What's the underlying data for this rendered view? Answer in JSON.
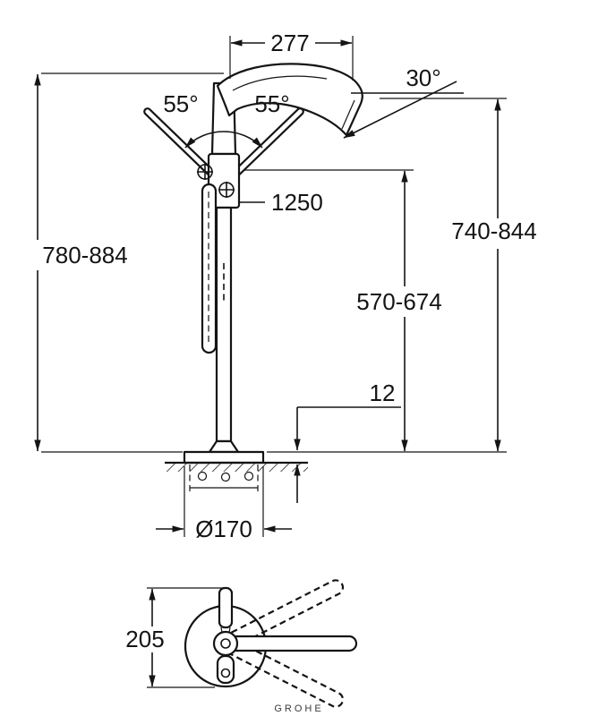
{
  "colors": {
    "background": "#ffffff",
    "ink": "#141414"
  },
  "dims": {
    "spout_reach": "277",
    "spout_angle": "30°",
    "lever_angle_left": "55°",
    "lever_angle_right": "55°",
    "hose_length": "1250",
    "overall_height": "780-884",
    "outlet_height": "740-844",
    "lever_height": "570-674",
    "plate_thickness": "12",
    "base_diameter": "Ø170",
    "plan_depth": "205"
  },
  "footer": {
    "brand": "GROHE"
  }
}
